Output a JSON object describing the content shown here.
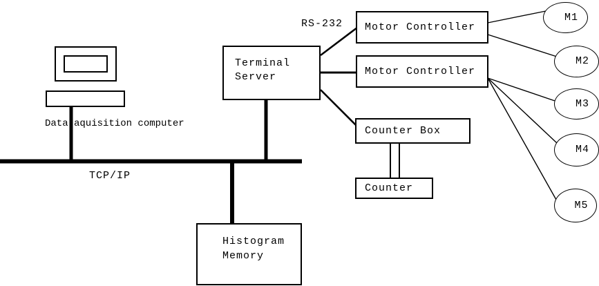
{
  "labels": {
    "computer_caption": "Data aquisition computer",
    "network_bus": "TCP/IP",
    "serial_link": "RS-232"
  },
  "nodes": {
    "terminal_server": "Terminal\nServer",
    "motor_controller_1": "Motor Controller",
    "motor_controller_2": "Motor Controller",
    "counter_box": "Counter Box",
    "counter": "Counter",
    "histogram_memory": "Histogram\nMemory"
  },
  "motors": [
    {
      "label": "M1"
    },
    {
      "label": "M2"
    },
    {
      "label": "M3"
    },
    {
      "label": "M4"
    },
    {
      "label": "M5"
    }
  ],
  "colors": {
    "ink": "#000000",
    "background": "#ffffff"
  }
}
